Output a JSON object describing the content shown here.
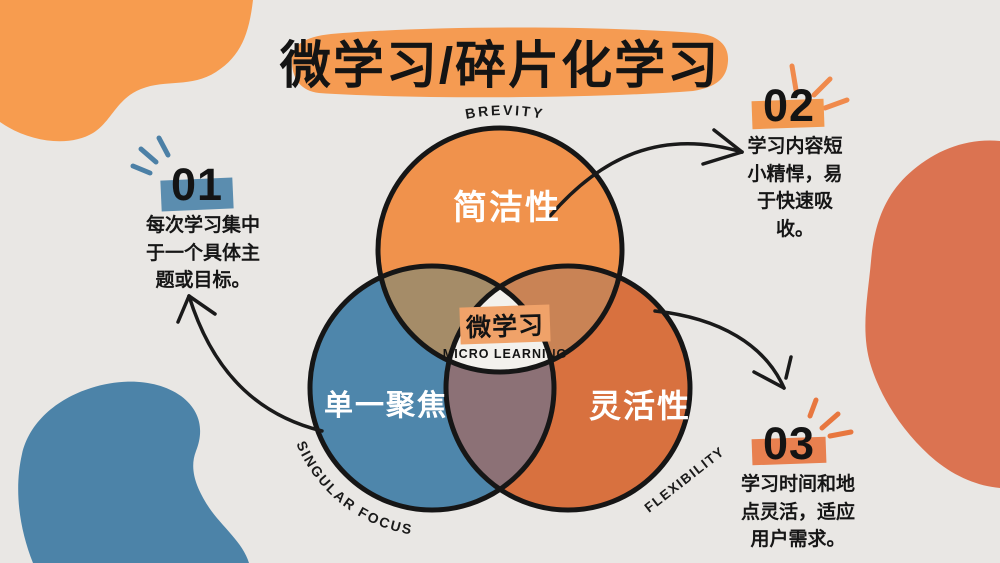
{
  "title": "微学习/碎片化学习",
  "venn": {
    "circles": [
      {
        "label": "简洁性",
        "en_label": "BREVITY",
        "color": "#F0924C"
      },
      {
        "label": "单一聚焦",
        "en_label": "SINGULAR FOCUS",
        "color": "#4E86AB"
      },
      {
        "label": "灵活性",
        "en_label": "FLEXIBILITY",
        "color": "#D8713F"
      }
    ],
    "center": {
      "tag": "微学习",
      "subtitle": "MICRO LEARNING"
    }
  },
  "callouts": [
    {
      "number": "01",
      "text": "每次学习集中\n于一个具体主\n题或目标。",
      "accent_color": "#5B8DAF"
    },
    {
      "number": "02",
      "text": "学习内容短\n小精悍，易\n于快速吸\n收。",
      "accent_color": "#F2984F"
    },
    {
      "number": "03",
      "text": "学习时间和地\n点灵活，适应\n用户需求。",
      "accent_color": "#E8804F"
    }
  ],
  "colors": {
    "background": "#E9E7E4",
    "outline": "#161616",
    "overlap_top_left": "#A58C68",
    "overlap_top_right": "#C98355",
    "overlap_bottom": "#8C7176",
    "overlap_center": "#F3F1ED",
    "blob_orange_light": "#F79C4F",
    "blob_orange_dark": "#DB7351",
    "blob_blue": "#4C83A8",
    "center_tag_bg": "#F0A269",
    "title_highlight": "#F59B52"
  }
}
